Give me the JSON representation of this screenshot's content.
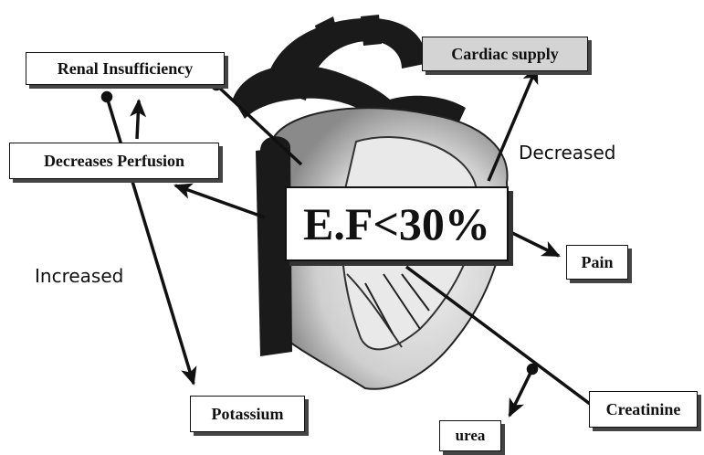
{
  "center_label": "E.F<30%",
  "boxes": {
    "renal": "Renal Insufficiency",
    "cardiac": "Cardiac supply",
    "perfusion": "Decreases Perfusion",
    "pain": "Pain",
    "potassium": "Potassium",
    "urea": "urea",
    "creatinine": "Creatinine"
  },
  "labels": {
    "decreased": "Decreased",
    "increased": "Increased"
  },
  "colors": {
    "ink": "#111111",
    "shadow": "#444444",
    "cardiac_box_fill": "#d4d4d4"
  }
}
